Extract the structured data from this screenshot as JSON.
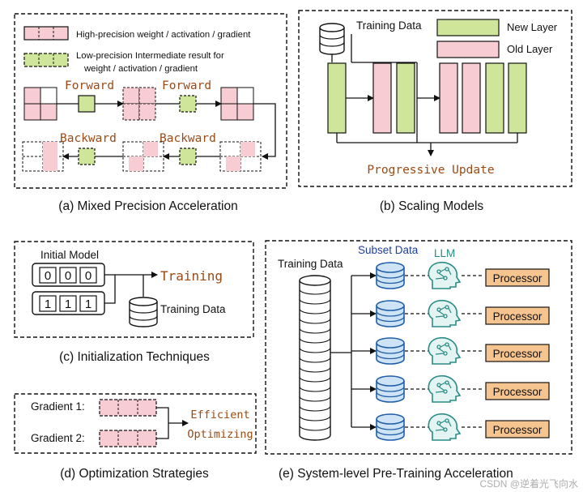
{
  "panels": {
    "a": {
      "caption": "(a) Mixed Precision Acceleration",
      "legend_high": "High-precision weight / activation / gradient",
      "legend_low_line1": "Low-precision Intermediate result for",
      "legend_low_line2": "weight / activation / gradient",
      "forward_label": "Forward",
      "backward_label": "Backward"
    },
    "b": {
      "caption": "(b) Scaling Models",
      "training_data": "Training Data",
      "new_layer": "New Layer",
      "old_layer": "Old Layer",
      "progressive_update": "Progressive Update"
    },
    "c": {
      "caption": "(c) Initialization Techniques",
      "initial_model": "Initial Model",
      "row1": [
        "0",
        "0",
        "0"
      ],
      "row2": [
        "1",
        "1",
        "1"
      ],
      "training": "Training",
      "training_data": "Training Data"
    },
    "d": {
      "caption": "(d) Optimization Strategies",
      "gradient1": "Gradient 1:",
      "gradient2": "Gradient 2:",
      "efficient": "Efficient",
      "optimizing": "Optimizing"
    },
    "e": {
      "caption": "(e) System-level Pre-Training Acceleration",
      "training_data": "Training Data",
      "subset_data": "Subset Data",
      "llm": "LLM",
      "processor": "Processor"
    }
  },
  "watermark": "CSDN @逆着光飞向水",
  "colors": {
    "pink": "#f7ccd3",
    "green": "#cfe69a",
    "db_blue": "#cfe3f7",
    "db_blue_stroke": "#1f5fa8",
    "processor": "#f6c48f",
    "brown_text": "#9c4a14",
    "teal": "#2a8c86"
  }
}
